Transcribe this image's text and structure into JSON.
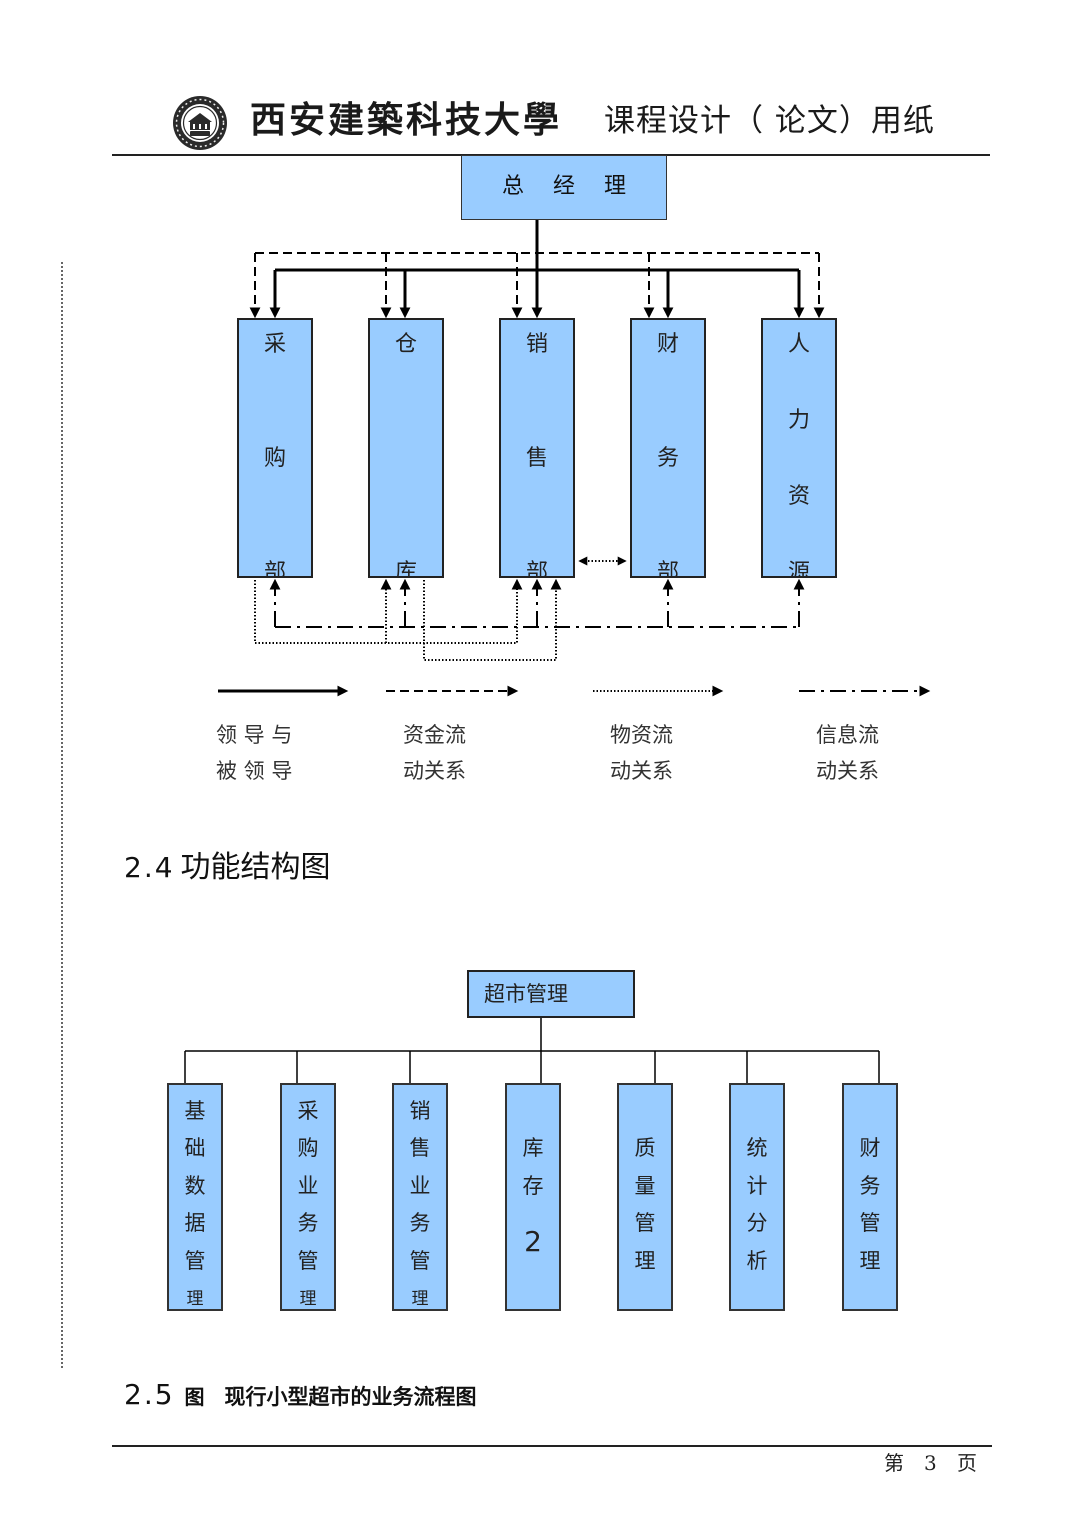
{
  "header": {
    "university": "西安建築科技大學",
    "paper_type": "课程设计（ 论文）用纸"
  },
  "colors": {
    "box_fill": "#99ccff",
    "line": "#000000"
  },
  "org_chart": {
    "top": "总 经 理",
    "departments": [
      {
        "label": "采购部"
      },
      {
        "label": "仓库"
      },
      {
        "label": "销售部"
      },
      {
        "label": "财务部"
      },
      {
        "label": "人力资源"
      }
    ],
    "legend": [
      {
        "lines": [
          "领 导 与",
          "被 领 导"
        ]
      },
      {
        "lines": [
          "资金流",
          "动关系"
        ]
      },
      {
        "lines": [
          "物资流",
          "动关系"
        ]
      },
      {
        "lines": [
          "信息流",
          "动关系"
        ]
      }
    ]
  },
  "section_2_4": {
    "number": "2.4",
    "title": "功能结构图"
  },
  "function_chart": {
    "root": "超市管理",
    "modules": [
      {
        "label": "基础数据管理"
      },
      {
        "label": "采购业务管理"
      },
      {
        "label": "销售业务管理"
      },
      {
        "label": "库存2"
      },
      {
        "label": "质量管理"
      },
      {
        "label": "统计分析"
      },
      {
        "label": "财务管理"
      }
    ]
  },
  "section_2_5": {
    "number": "2.5",
    "prefix": "图",
    "title": "现行小型超市的业务流程图"
  },
  "footer": {
    "prefix": "第",
    "page": "3",
    "suffix": "页"
  }
}
